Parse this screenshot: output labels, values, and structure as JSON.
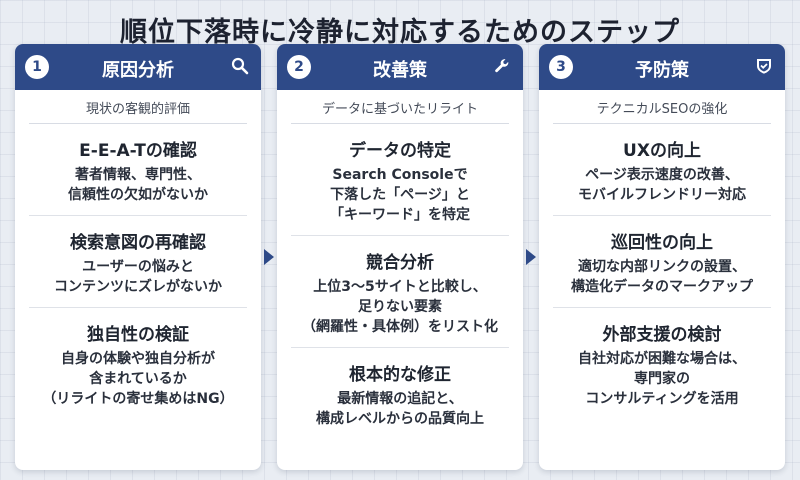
{
  "title": "順位下落時に冷静に対応するためのステップ",
  "columns": [
    {
      "number": "1",
      "title": "原因分析",
      "icon": "search-icon",
      "subtitle": "現状の客観的評価",
      "items": [
        {
          "title": "E-E-A-Tの確認",
          "body": "著者情報、専門性、\n信頼性の欠如がないか"
        },
        {
          "title": "検索意図の再確認",
          "body": "ユーザーの悩みと\nコンテンツにズレがないか"
        },
        {
          "title": "独自性の検証",
          "body": "自身の体験や独自分析が\n含まれているか\n（リライトの寄せ集めはNG）"
        }
      ]
    },
    {
      "number": "2",
      "title": "改善策",
      "icon": "wrench-icon",
      "subtitle": "データに基づいたリライト",
      "items": [
        {
          "title": "データの特定",
          "body": "Search Consoleで\n下落した「ページ」と\n「キーワード」を特定"
        },
        {
          "title": "競合分析",
          "body": "上位3〜5サイトと比較し、\n足りない要素\n（網羅性・具体例）をリスト化"
        },
        {
          "title": "根本的な修正",
          "body": "最新情報の追記と、\n構成レベルからの品質向上"
        }
      ]
    },
    {
      "number": "3",
      "title": "予防策",
      "icon": "shield-icon",
      "subtitle": "テクニカルSEOの強化",
      "items": [
        {
          "title": "UXの向上",
          "body": "ページ表示速度の改善、\nモバイルフレンドリー対応"
        },
        {
          "title": "巡回性の向上",
          "body": "適切な内部リンクの設置、\n構造化データのマークアップ"
        },
        {
          "title": "外部支援の検討",
          "body": "自社対応が困難な場合は、\n専門家の\nコンサルティングを活用"
        }
      ]
    }
  ]
}
